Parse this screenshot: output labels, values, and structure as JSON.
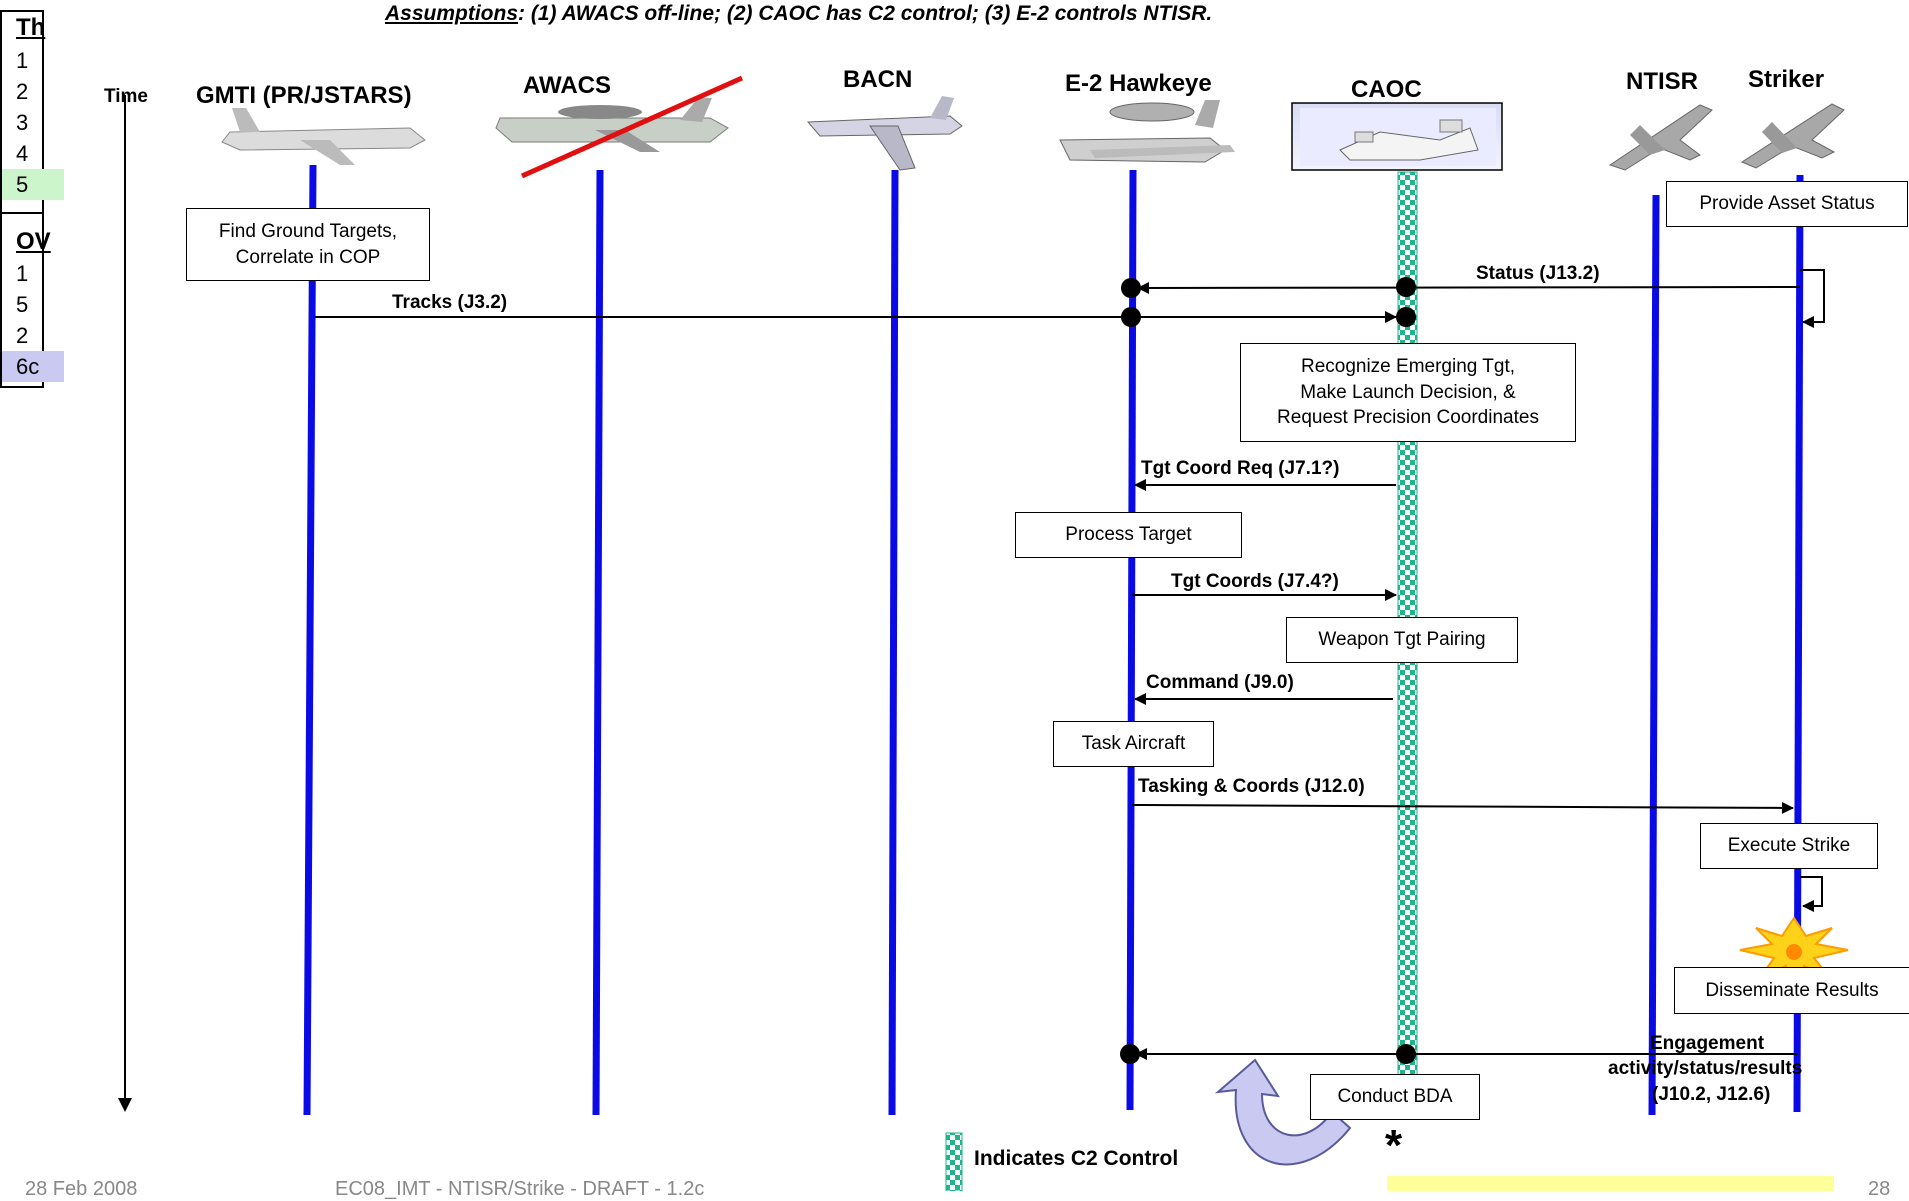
{
  "title": {
    "prefix": "Assumptions",
    "text": ": (1) AWACS off-line; (2) CAOC has C2 control; (3) E-2 controls NTISR."
  },
  "thread_table": {
    "th_header": "Th",
    "th_items": [
      "1",
      "2",
      "3",
      "4",
      "5"
    ],
    "ov_header": "OV",
    "ov_items": [
      "1",
      "5",
      "2",
      "6c"
    ]
  },
  "time_label": "Time",
  "lanes": [
    {
      "id": "gmti",
      "label": "GMTI (PR/JSTARS)"
    },
    {
      "id": "awacs",
      "label": "AWACS"
    },
    {
      "id": "bacn",
      "label": "BACN"
    },
    {
      "id": "e2",
      "label": "E-2 Hawkeye"
    },
    {
      "id": "caoc",
      "label": "CAOC"
    },
    {
      "id": "ntisr",
      "label": "NTISR"
    },
    {
      "id": "striker",
      "label": "Striker"
    }
  ],
  "activities": {
    "find_targets": "Find Ground Targets,\nCorrelate in COP",
    "provide_status": "Provide Asset Status",
    "recognize": "Recognize Emerging Tgt,\nMake Launch Decision, &\nRequest Precision Coordinates",
    "process_target": "Process Target",
    "weapon_pairing": "Weapon Tgt Pairing",
    "task_aircraft": "Task Aircraft",
    "execute_strike": "Execute Strike",
    "disseminate": "Disseminate Results",
    "conduct_bda": "Conduct BDA"
  },
  "messages": {
    "status": "Status (J13.2)",
    "tracks": "Tracks (J3.2)",
    "tgt_coord_req": "Tgt Coord Req (J7.1?)",
    "tgt_coords": "Tgt Coords (J7.4?)",
    "command": "Command (J9.0)",
    "tasking": "Tasking & Coords (J12.0)",
    "engagement_1": "Engagement",
    "engagement_2": "activity/status/results",
    "engagement_3": "(J10.2, J12.6)"
  },
  "legend": {
    "c2_label": "Indicates C2 Control"
  },
  "footer": {
    "date": "28 Feb 2008",
    "doc": "EC08_IMT - NTISR/Strike - DRAFT - 1.2c",
    "page": "28"
  },
  "colors": {
    "lifeline": "#0a0ae6",
    "c2_check_a": "#1fb58a",
    "c2_check_b": "#ffffff",
    "strike_out": "#e01010",
    "highlight_yellow": "#ffff99",
    "arrow_fill": "#c9c9f2"
  },
  "icons": [
    "gmti-aircraft-icon",
    "awacs-aircraft-icon",
    "bacn-aircraft-icon",
    "e2-hawkeye-icon",
    "caoc-building-icon",
    "ntisr-fighter-icon",
    "striker-fighter-icon",
    "explosion-icon",
    "curved-arrow-icon"
  ]
}
